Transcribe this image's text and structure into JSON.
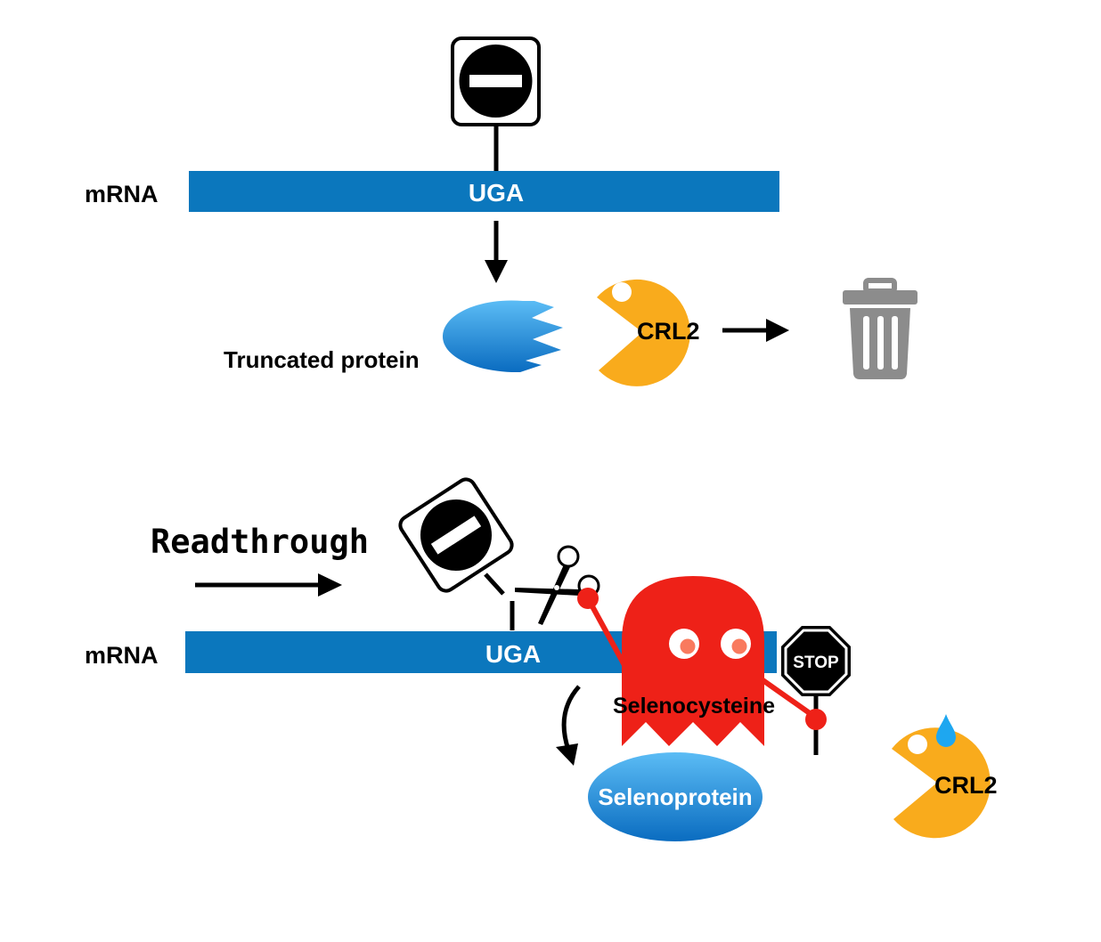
{
  "top_panel": {
    "mrna_label": "mRNA",
    "codon_label": "UGA",
    "truncated_label": "Truncated protein",
    "ligase_label": "CRL2"
  },
  "bottom_panel": {
    "readthrough_label": "Readthrough",
    "mrna_label": "mRNA",
    "codon_label": "UGA",
    "stop_sign_label": "STOP",
    "selenocysteine_label": "Selenocysteine",
    "selenoprotein_label": "Selenoprotein",
    "ligase_label": "CRL2"
  },
  "colors": {
    "mrna": "#0b77bd",
    "protein_light": "#5bbcf5",
    "protein_dark": "#0a6cc0",
    "pacman": "#f9ab1c",
    "ghost": "#ee2118",
    "ghost_eye": "#f97a5e",
    "trash": "#8c8c8c",
    "sweat": "#1ea7f0"
  }
}
